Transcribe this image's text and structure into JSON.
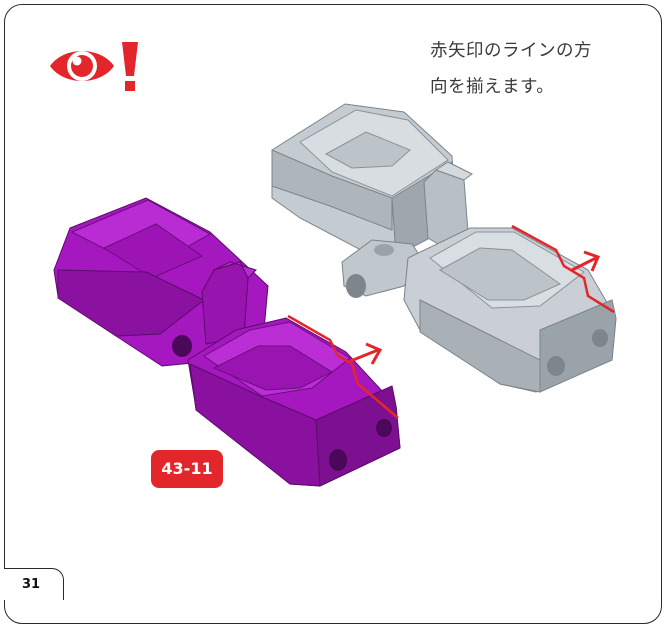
{
  "instruction": {
    "line1": "赤矢印のラインの方",
    "line2": "向を揃えます。"
  },
  "icons": {
    "attention": "eye-exclamation-icon"
  },
  "part_label": "43-11",
  "page_number": "31",
  "colors": {
    "accent_red": "#e3262b",
    "part_magenta": "#a917c2",
    "part_gray": "#c8ced3"
  }
}
